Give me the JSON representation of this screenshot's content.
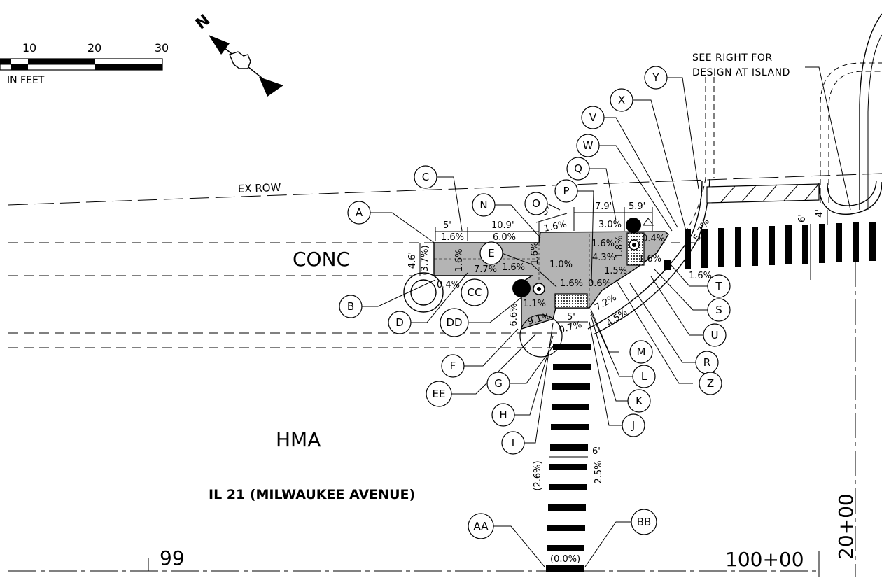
{
  "scale": {
    "ticks": [
      "10",
      "20",
      "30"
    ],
    "units": "IN FEET"
  },
  "labels": {
    "ex_row": "EX ROW",
    "conc": "CONC",
    "hma": "HMA",
    "road": "IL 21 (MILWAUKEE AVENUE)",
    "see_right_1": "SEE RIGHT FOR",
    "see_right_2": "DESIGN AT ISLAND",
    "station_99": "99",
    "station_100": "100+00",
    "station_20": "20+00"
  },
  "dimensions": {
    "d_5a": "5'",
    "d_10_9": "10.9'",
    "d_5b": "5'",
    "d_7_9": "7.9'",
    "d_5_9": "5.9'",
    "d_4_6": "4.6'",
    "d_5c": "5'",
    "d_6a": "6'",
    "d_4": "4'",
    "d_6b": "6'"
  },
  "grades": {
    "g01": "1.6%",
    "g02": "6.0%",
    "g03": "1.6%",
    "g04": "3.0%",
    "g05": "0.4%",
    "g06": "(3.7%)",
    "g07": "1.6%",
    "g08": "7.7%",
    "g09": "1.6%",
    "g10": "1.6%",
    "g11": "1.0%",
    "g12": "1.6%",
    "g13": "4.3%",
    "g14": "1.8%",
    "g15": "1.6%",
    "g16": "1.5%",
    "g17": "0.4%",
    "g18": "1.6%",
    "g19": "0.6%",
    "g20": "1.1%",
    "g21": "6.6%",
    "g22": "9.1%",
    "g23": "0.7%",
    "g24": "7.2%",
    "g25": "4.5%",
    "g26": "5.7%",
    "g27": "1.6%",
    "g28": "(2.6%)",
    "g29": "2.5%",
    "g30": "(0.0%)"
  },
  "callouts": {
    "A": "A",
    "B": "B",
    "C": "C",
    "D": "D",
    "E": "E",
    "F": "F",
    "G": "G",
    "H": "H",
    "I": "I",
    "J": "J",
    "K": "K",
    "L": "L",
    "M": "M",
    "N": "N",
    "O": "O",
    "P": "P",
    "Q": "Q",
    "R": "R",
    "S": "S",
    "T": "T",
    "U": "U",
    "V": "V",
    "W": "W",
    "X": "X",
    "Y": "Y",
    "Z": "Z",
    "AA": "AA",
    "BB": "BB",
    "CC": "CC",
    "DD": "DD",
    "EE": "EE"
  },
  "north_arrow": {
    "letter": "N",
    "icon": "north-arrow-icon"
  },
  "colors": {
    "sidewalk": "#b4b4b4",
    "ink": "#000000",
    "paper": "#ffffff"
  }
}
